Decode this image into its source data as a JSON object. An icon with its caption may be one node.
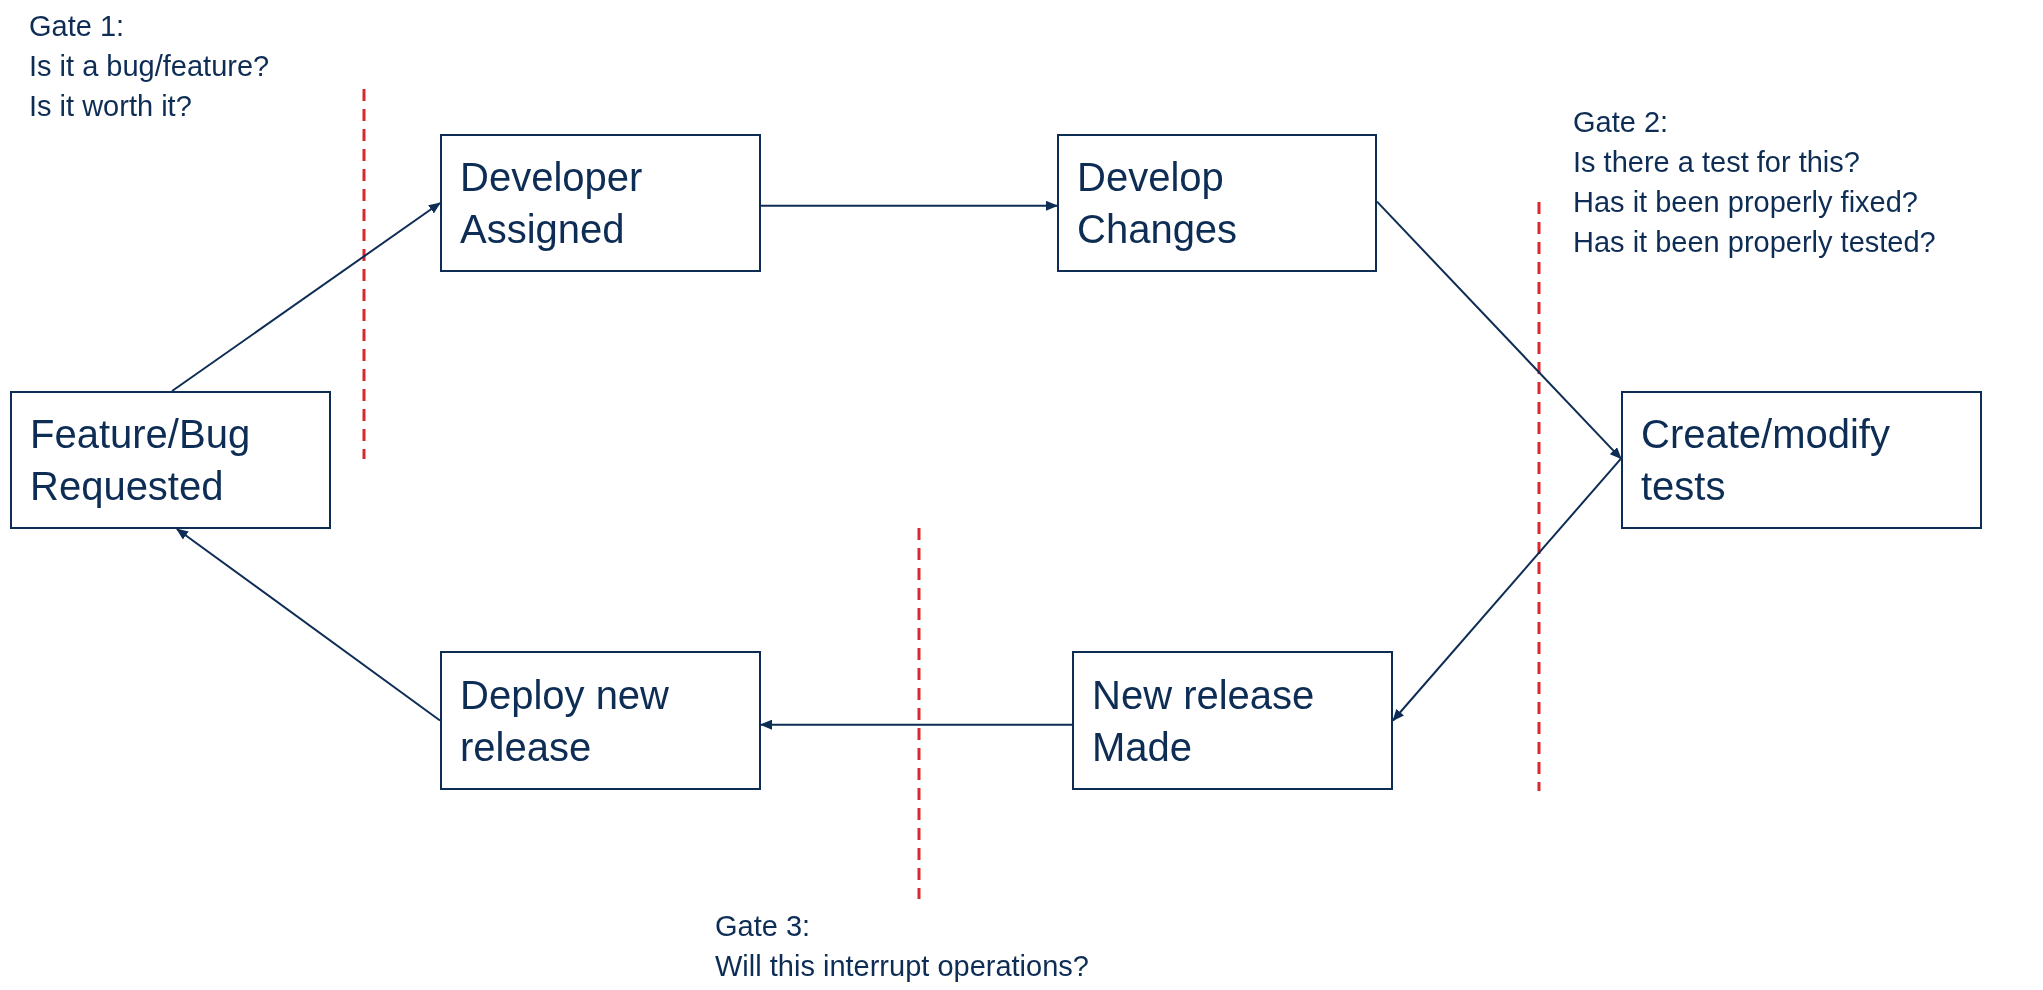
{
  "diagram": {
    "nodes": [
      {
        "text": [
          "Feature/Bug Requested"
        ]
      },
      {
        "text": [
          "Developer Assigned"
        ]
      },
      {
        "text": [
          "Develop Changes"
        ]
      },
      {
        "text": [
          "Create/modify tests"
        ]
      },
      {
        "text": [
          "New release Made"
        ]
      },
      {
        "text": [
          "Deploy new release"
        ]
      }
    ],
    "edges": [
      {
        "from": 0,
        "to": 1,
        "arrow": "to"
      },
      {
        "from": 1,
        "to": 2,
        "arrow": "to"
      },
      {
        "from": 2,
        "to": 3,
        "arrow": "to"
      },
      {
        "from": 3,
        "to": 4,
        "arrow": "to"
      },
      {
        "from": 4,
        "to": 5,
        "arrow": "to"
      },
      {
        "from": 5,
        "to": 0,
        "arrow": "to"
      }
    ],
    "labels": [
      "Gate 1:",
      "Is it a bug/feature?",
      "Is it worth it?",
      "Gate 2:",
      "Is there a test for this?",
      "Has it been properly fixed?",
      "Has it been properly tested?",
      "Gate 3:",
      "Will this interrupt operations?"
    ]
  }
}
